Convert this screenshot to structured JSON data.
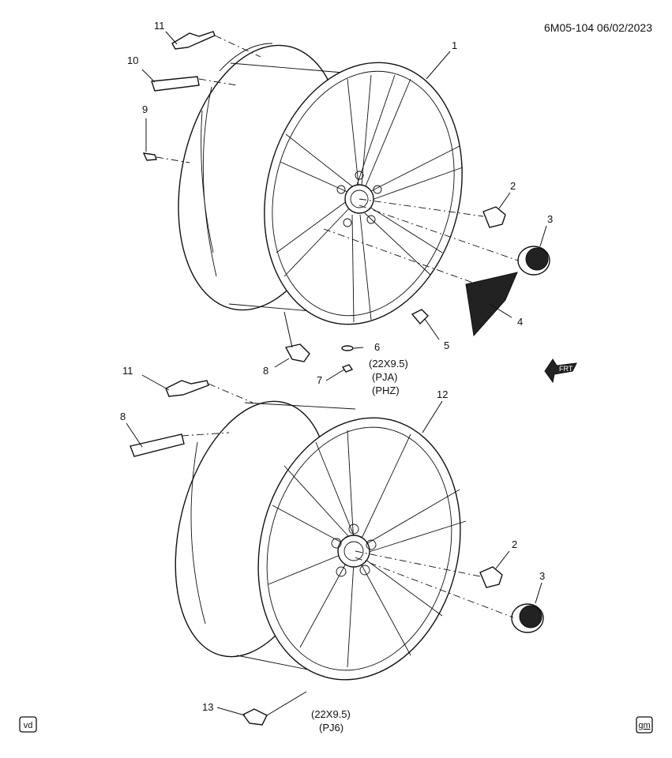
{
  "header": {
    "ref": "6M05-104 06/02/2023"
  },
  "callouts": {
    "c1": "1",
    "c2a": "2",
    "c3a": "3",
    "c4": "4",
    "c5": "5",
    "c6": "6",
    "c7": "7",
    "c8a": "8",
    "c9": "9",
    "c10": "10",
    "c11a": "11",
    "c11b": "11",
    "c8b": "8",
    "c12": "12",
    "c2b": "2",
    "c3b": "3",
    "c13": "13"
  },
  "notes": {
    "upper_size": "(22X9.5)",
    "upper_rpo1": "(PJA)",
    "upper_rpo2": "(PHZ)",
    "lower_size": "(22X9.5)",
    "lower_rpo": "(PJ6)",
    "frt": "FRT"
  },
  "badges": {
    "left": "vd",
    "right": "gm"
  }
}
